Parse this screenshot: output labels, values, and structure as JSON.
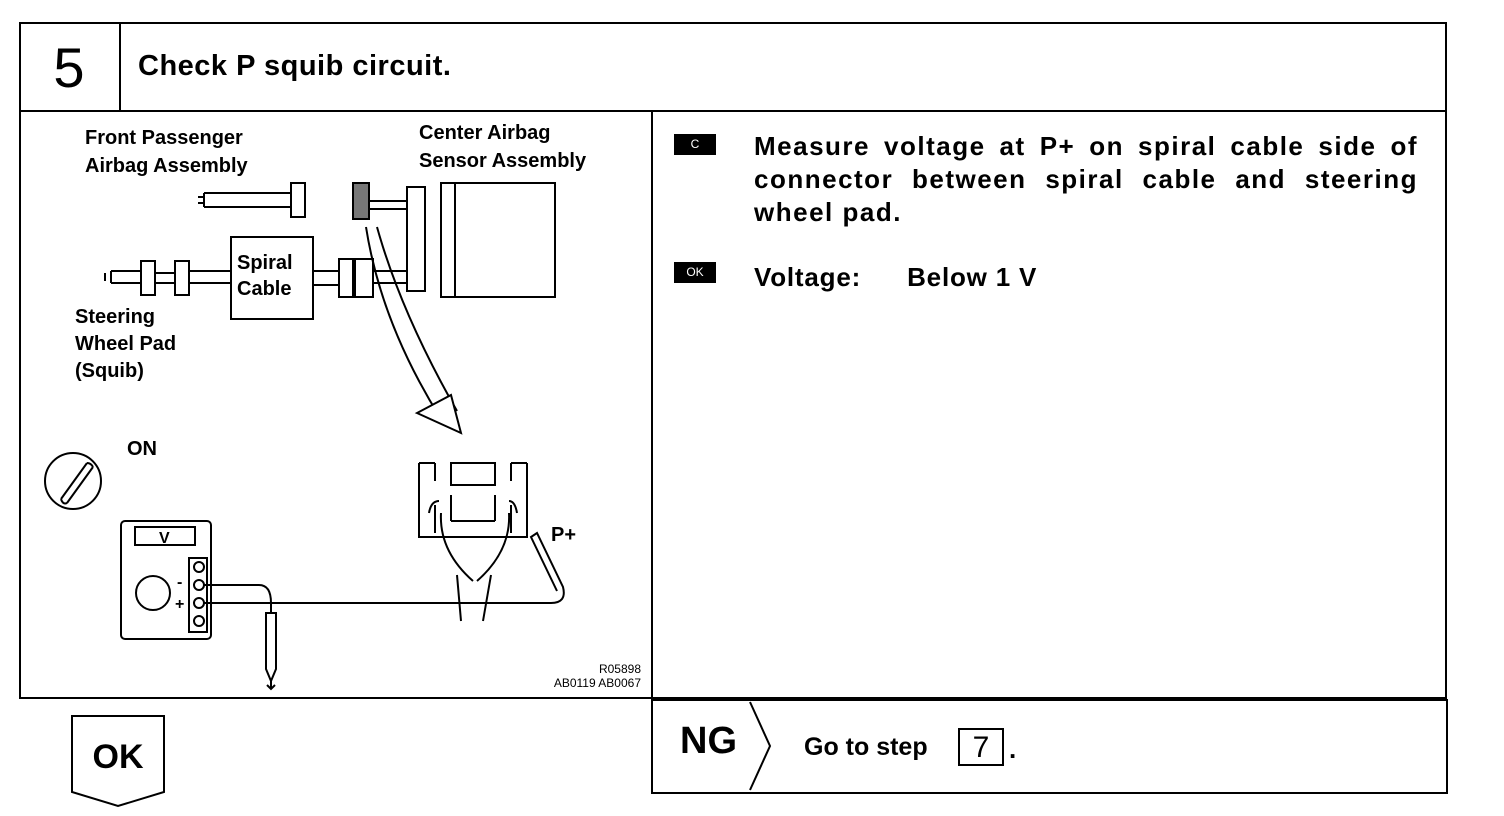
{
  "step": {
    "number": "5",
    "title": "Check P squib circuit."
  },
  "diagram": {
    "labels": {
      "front_passenger_line1": "Front Passenger",
      "front_passenger_line2": "Airbag Assembly",
      "center_sensor_line1": "Center Airbag",
      "center_sensor_line2": "Sensor Assembly",
      "spiral_line1": "Spiral",
      "spiral_line2": "Cable",
      "steering_line1": "Steering",
      "steering_line2": "Wheel Pad",
      "steering_line3": "(Squib)",
      "ignition": "ON",
      "meter_display": "V",
      "meter_minus": "-",
      "meter_plus": "+",
      "terminal": "P+",
      "ref1": "R05898",
      "ref2": "AB0119 AB0067"
    }
  },
  "instruction": {
    "badge": "C",
    "text": "Measure voltage at P+ on spiral cable side of connector between spiral cable and steering wheel pad."
  },
  "ok_spec": {
    "badge": "OK",
    "label": "Voltage:",
    "value": "Below 1 V"
  },
  "ng": {
    "label": "NG",
    "goto_text": "Go to step",
    "goto_step": "7",
    "goto_suffix": "."
  },
  "ok_arrow": {
    "label": "OK"
  }
}
